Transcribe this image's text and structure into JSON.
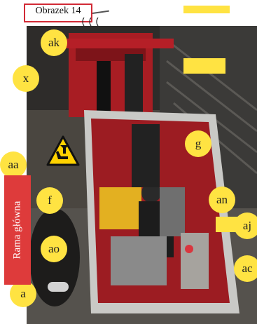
{
  "caption": {
    "text": "Obrazek 14"
  },
  "side_label": {
    "text": "Rama główna"
  },
  "markers": {
    "x": "x",
    "ak": "ak",
    "g": "g",
    "aa": "aa",
    "f": "f",
    "an": "an",
    "aj": "aj",
    "ao": "ao",
    "ac": "ac",
    "a": "a"
  },
  "colors": {
    "marker_fill": "#ffe342",
    "side_bar": "#de3b3b",
    "caption_border": "#d22a36",
    "machine_red": "#a81d23",
    "warning_yellow": "#ffd200"
  },
  "icons": {
    "warning": "hand-crush-warning-icon"
  }
}
